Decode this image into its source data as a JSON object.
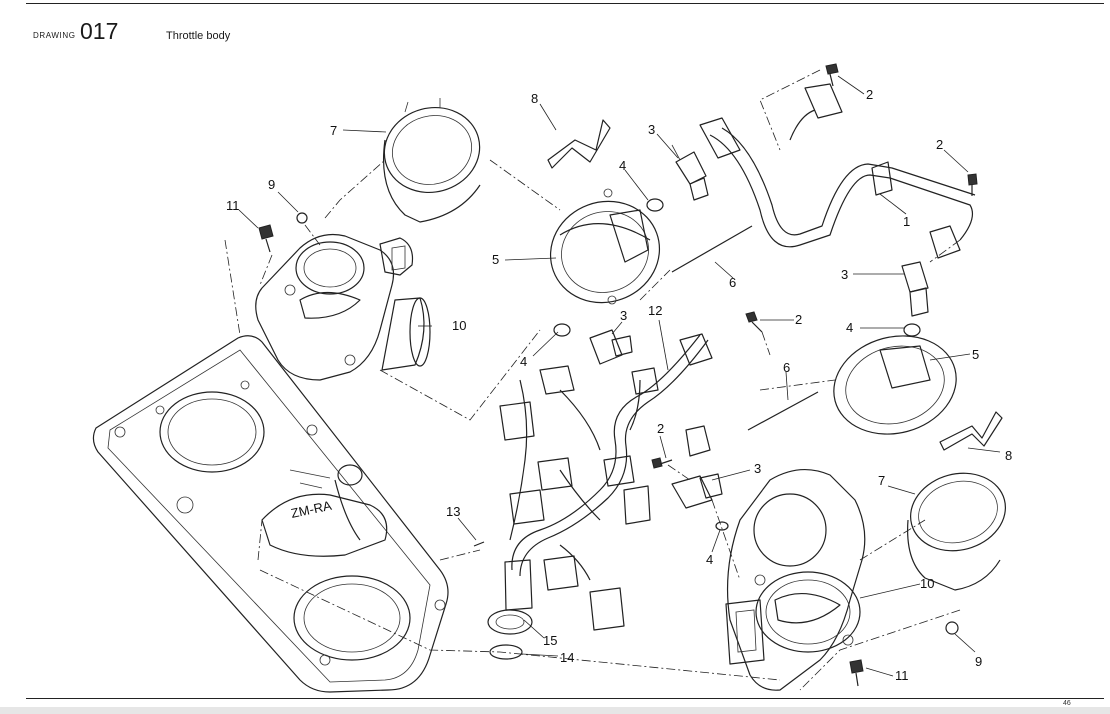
{
  "header": {
    "label": "DRAWING",
    "number": "017",
    "title": "Throttle body"
  },
  "footer": {
    "page": "46"
  },
  "callouts": [
    "1",
    "2",
    "2",
    "2",
    "2",
    "3",
    "3",
    "3",
    "3",
    "4",
    "4",
    "4",
    "4",
    "5",
    "5",
    "6",
    "6",
    "7",
    "7",
    "8",
    "8",
    "9",
    "9",
    "10",
    "10",
    "11",
    "11",
    "12",
    "13",
    "14",
    "15"
  ],
  "stamp_text": "ZM-RA"
}
